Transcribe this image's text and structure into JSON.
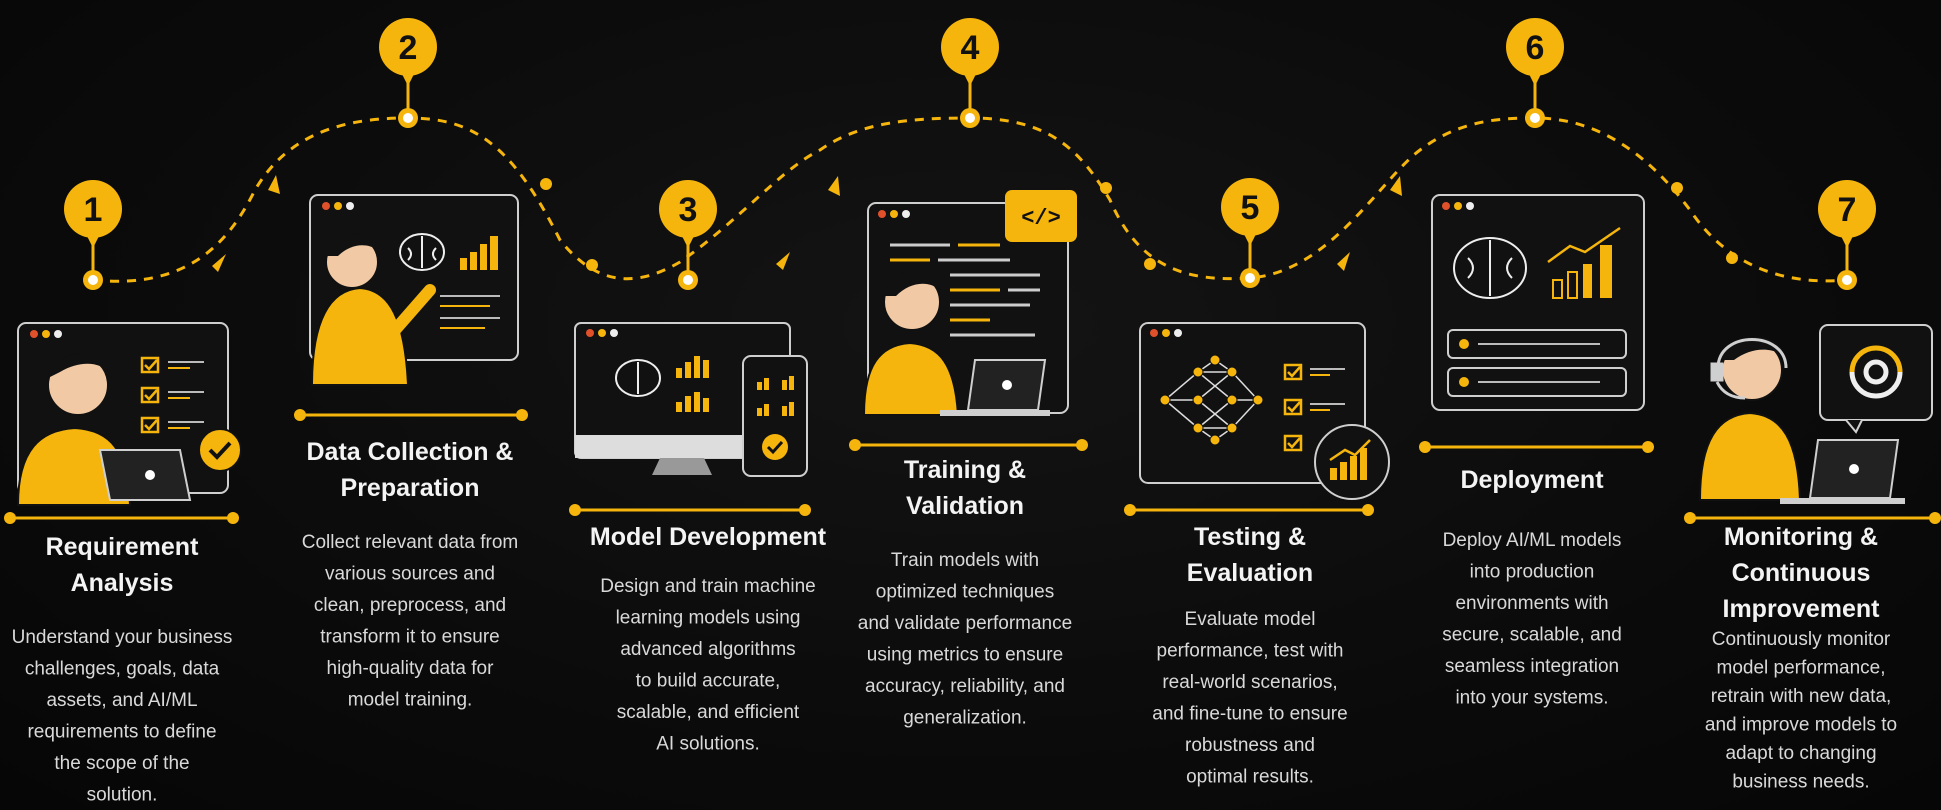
{
  "colors": {
    "accent": "#f5b50c",
    "background": "#0b0b0b",
    "panel_stroke": "#cfcfcf",
    "text": "#f4f4f4",
    "desc_text": "#d9d9d9"
  },
  "steps": [
    {
      "number": "1",
      "title_lines": [
        "Requirement",
        "Analysis"
      ],
      "desc_lines": [
        "Understand your business",
        "challenges, goals, data",
        "assets, and AI/ML",
        "requirements to define",
        "the scope of the",
        "solution."
      ],
      "illustration": "analyst-with-checklist-and-laptop"
    },
    {
      "number": "2",
      "title_lines": [
        "Data Collection &",
        "Preparation"
      ],
      "desc_lines": [
        "Collect relevant data from",
        "various sources and",
        "clean, preprocess, and",
        "transform it to ensure",
        "high-quality data for",
        "model training."
      ],
      "illustration": "presenter-with-dashboard"
    },
    {
      "number": "3",
      "title_lines": [
        "Model Development"
      ],
      "desc_lines": [
        "Design and train machine",
        "learning models using",
        "advanced algorithms",
        "to build accurate,",
        "scalable, and efficient",
        "AI solutions."
      ],
      "illustration": "monitor-and-phone-with-brain-charts"
    },
    {
      "number": "4",
      "title_lines": [
        "Training &",
        "Validation"
      ],
      "desc_lines": [
        "Train models with",
        "optimized techniques",
        "and validate performance",
        "using metrics to ensure",
        "accuracy, reliability, and",
        "generalization."
      ],
      "illustration": "developer-coding-on-laptop"
    },
    {
      "number": "5",
      "title_lines": [
        "Testing &",
        "Evaluation"
      ],
      "desc_lines": [
        "Evaluate model",
        "performance, test with",
        "real-world scenarios,",
        "and fine-tune to ensure",
        "robustness and",
        "optimal results."
      ],
      "illustration": "neural-network-with-checklist"
    },
    {
      "number": "6",
      "title_lines": [
        "Deployment"
      ],
      "desc_lines": [
        "Deploy AI/ML models",
        "into production",
        "environments with",
        "secure, scalable, and",
        "seamless integration",
        "into your systems."
      ],
      "illustration": "brain-dashboard-window"
    },
    {
      "number": "7",
      "title_lines": [
        "Monitoring &",
        "Continuous",
        "Improvement"
      ],
      "desc_lines": [
        "Continuously monitor",
        "model performance,",
        "retrain with new data,",
        "and improve models to",
        "adapt to changing",
        "business needs."
      ],
      "illustration": "support-agent-with-gear-cycle"
    }
  ],
  "icons": {
    "code": "</>"
  }
}
